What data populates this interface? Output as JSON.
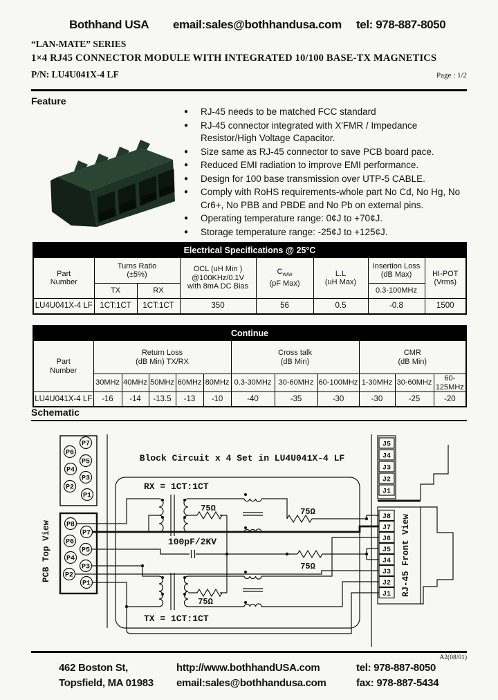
{
  "header": {
    "company": "Bothhand USA",
    "email": "email:sales@bothhandusa.com",
    "tel": "tel: 978-887-8050",
    "series": "“LAN-MATE” SERIES",
    "title": "1×4 RJ45 CONNECTOR MODULE WITH INTEGRATED 10/100 BASE-TX MAGNETICS",
    "part_no": "P/N: LU4U041X-4 LF",
    "page": "Page : 1/2"
  },
  "feature": {
    "heading": "Feature",
    "bullets": [
      "RJ-45 needs to be matched FCC standard",
      "RJ-45 connector integrated with X'FMR / Impedance Resistor/High Voltage Capacitor.",
      "Size same as RJ-45 connector to save PCB board pace.",
      "Reduced EMI radiation to improve EMI performance.",
      "Design for 100 base transmission over UTP-5 CABLE.",
      "Comply with RoHS requirements-whole part No Cd, No Hg, No Cr6+, No PBB and PBDE and No Pb on external pins.",
      "Operating temperature range: 0¢J to +70¢J.",
      "Storage temperature range: -25¢J to +125¢J."
    ]
  },
  "spec_table": {
    "title": "Electrical Specifications @ 25°C",
    "headers": {
      "part": "Part\nNumber",
      "turns": "Turns Ratio\n(±5%)",
      "tx": "TX",
      "rx": "RX",
      "ocl": "OCL (uH Min )\n@100KHz/0.1V\nwith 8mA DC Bias",
      "cww_main": "C",
      "cww_sub": "w/w",
      "cww_unit": "(pF Max)",
      "ll": "L.L\n(uH Max)",
      "il": "Insertion Loss\n(dB Max)",
      "il_range": "0.3-100MHz",
      "hipot": "HI-POT\n(Vrms)"
    },
    "row": {
      "part": "LU4U041X-4 LF",
      "tx": "1CT:1CT",
      "rx": "1CT:1CT",
      "ocl": "350",
      "cww": "56",
      "ll": "0.5",
      "il": "-0.8",
      "hipot": "1500"
    }
  },
  "continue_table": {
    "title": "Continue",
    "part_header": "Part\nNumber",
    "groups": [
      {
        "label": "Return Loss\n(dB Min) TX/RX"
      },
      {
        "label": "Cross talk\n(dB Min)"
      },
      {
        "label": "CMR\n(dB Min)"
      }
    ],
    "freqs": [
      "30MHz",
      "40MHz",
      "50MHz",
      "60MHz",
      "80MHz",
      "0.3-30MHz",
      "30-60MHz",
      "60-100MHz",
      "1-30MHz",
      "30-60MHz",
      "60-125MHz"
    ],
    "row": {
      "part": "LU4U041X-4 LF",
      "values": [
        "-16",
        "-14",
        "-13.5",
        "-13",
        "-10",
        "-40",
        "-35",
        "-30",
        "-30",
        "-25",
        "-20"
      ]
    }
  },
  "schematic": {
    "heading": "Schematic",
    "block_title": "Block Circuit  x 4 Set in LU4U041X-4 LF",
    "rx_label": "RX = 1CT:1CT",
    "tx_label": "TX = 1CT:1CT",
    "resistor": "75Ω",
    "cap": "100pF/2KV",
    "pcb_view": "PCB Top View",
    "rj45_view": "RJ-45 Front View",
    "pcb_top": [
      "P7",
      "P6",
      "P5",
      "P4",
      "P3",
      "P2",
      "P1"
    ],
    "pcb_bottom": [
      "P8",
      "P7",
      "P6",
      "P5",
      "P4",
      "P3",
      "P2",
      "P1"
    ],
    "rj_top": [
      "J5",
      "J4",
      "J3",
      "J2",
      "J1"
    ],
    "rj_bottom": [
      "J8",
      "J7",
      "J6",
      "J5",
      "J4",
      "J3",
      "J2",
      "J1"
    ]
  },
  "footer": {
    "rev": "A2(08/01)",
    "address1": "462 Boston St,",
    "address2": "Topsfield, MA 01983",
    "web": "http://www.bothhandUSA.com",
    "email": "email:sales@bothhandusa.com",
    "tel": "tel: 978-887-8050",
    "fax": "fax: 978-887-5434"
  }
}
